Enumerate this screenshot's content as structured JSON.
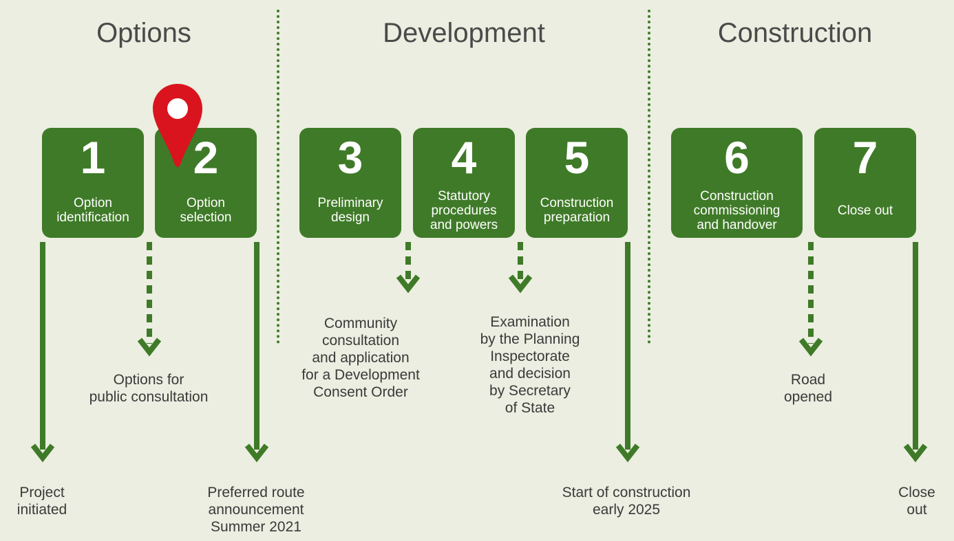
{
  "phases": [
    {
      "title": "Options"
    },
    {
      "title": "Development"
    },
    {
      "title": "Construction"
    }
  ],
  "stages": [
    {
      "number": "1",
      "label": "Option\nidentification"
    },
    {
      "number": "2",
      "label": "Option\nselection"
    },
    {
      "number": "3",
      "label": "Preliminary\ndesign"
    },
    {
      "number": "4",
      "label": "Statutory\nprocedures\nand powers"
    },
    {
      "number": "5",
      "label": "Construction\npreparation"
    },
    {
      "number": "6",
      "label": "Construction\ncommissioning\nand handover"
    },
    {
      "number": "7",
      "label": "Close out"
    }
  ],
  "milestones": [
    {
      "text": "Project\ninitiated"
    },
    {
      "text": "Options for\npublic consultation"
    },
    {
      "text": "Preferred route\nannouncement\nSummer 2021"
    },
    {
      "text": "Community\nconsultation\nand application\nfor a Development\nConsent Order"
    },
    {
      "text": "Examination\nby the Planning\nInspectorate\nand decision\nby Secretary\nof State"
    },
    {
      "text": "Start of construction\nearly 2025"
    },
    {
      "text": "Road\nopened"
    },
    {
      "text": "Close out"
    }
  ],
  "colors": {
    "background": "#ebeee0",
    "stage_green": "#3f7a28",
    "pin_red": "#d9141e"
  },
  "icons": {
    "current_stage_marker": "map-pin-icon",
    "arrow": "down-arrow-icon"
  }
}
